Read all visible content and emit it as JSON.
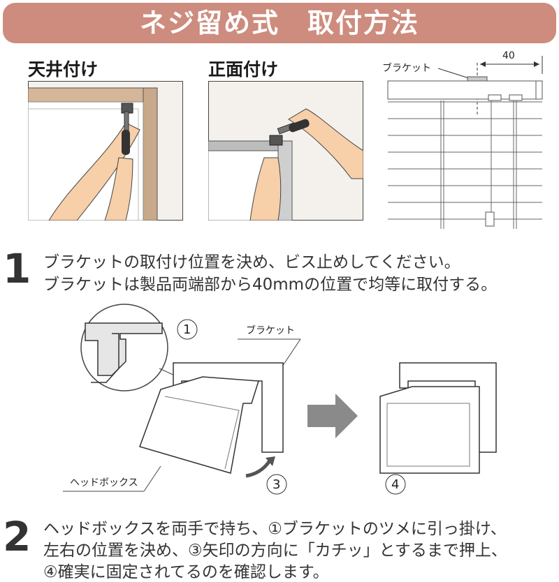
{
  "banner": {
    "title": "ネジ留め式　取付方法"
  },
  "methods": {
    "ceiling_label": "天井付け",
    "front_label": "正面付け"
  },
  "dimension_diagram": {
    "bracket_label": "ブラケット",
    "distance_label": "40"
  },
  "steps": [
    {
      "number": "1",
      "lines": [
        "ブラケットの取付け位置を決め、ビス止めしてください。",
        "ブラケットは製品両端部から40mmの位置で均等に取付する。"
      ]
    },
    {
      "number": "2",
      "lines": [
        "ヘッドボックスを両手で持ち、①ブラケットのツメに引っ掛け、",
        "左右の位置を決め、③矢印の方向に「カチッ」とするまで押上、",
        "④確実に固定されてるのを確認します。"
      ]
    }
  ],
  "install_diagram": {
    "marker_1": "1",
    "bracket_label": "ブラケット",
    "headbox_label": "ヘッドボックス",
    "marker_3": "3",
    "marker_4": "4"
  },
  "colors": {
    "banner": "#cd8c7e",
    "wood_frame": "#c9a98b",
    "skin": "#f7cfa8",
    "wall": "#f4f1ec",
    "arrow": "#8a8a8a"
  }
}
